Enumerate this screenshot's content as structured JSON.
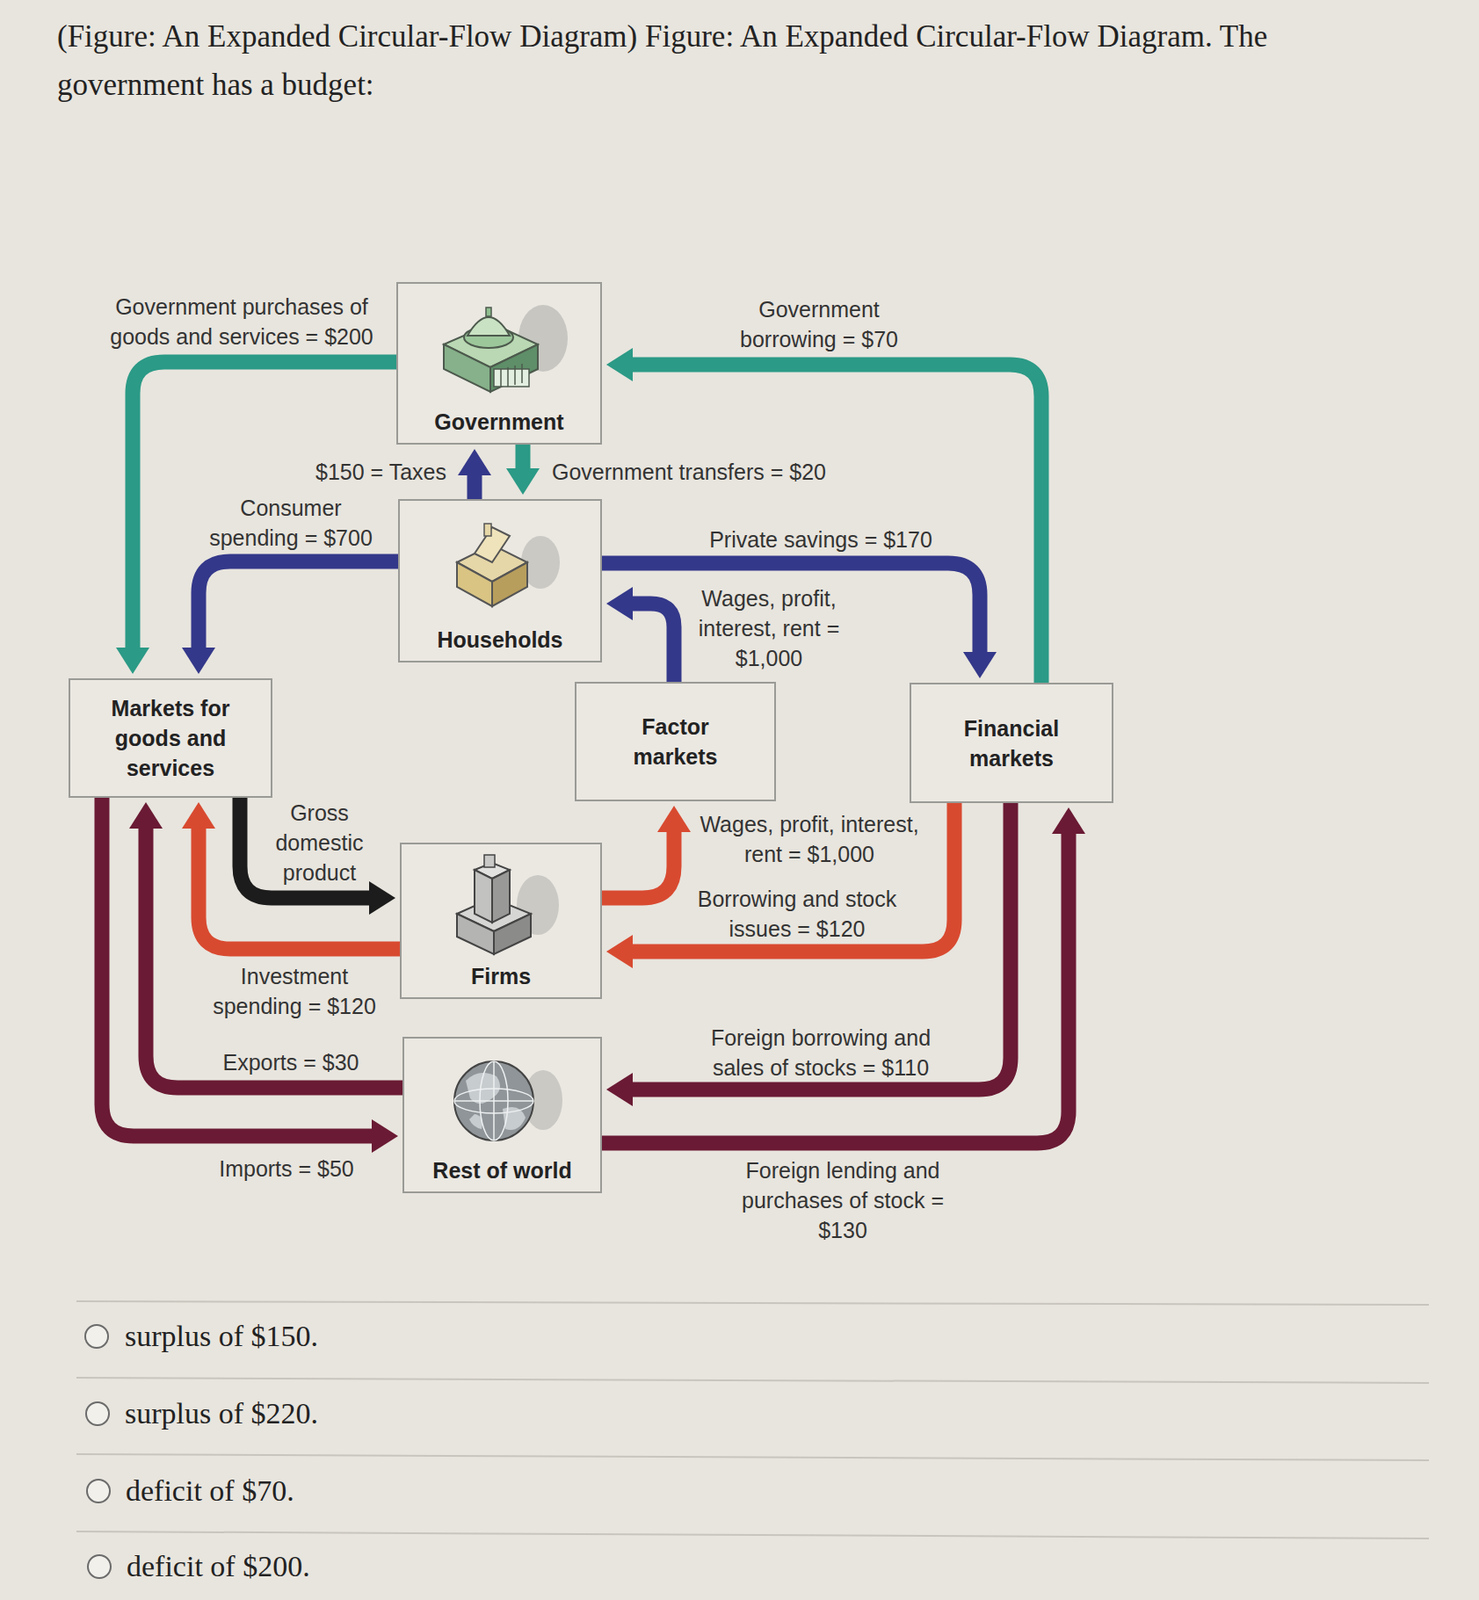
{
  "diagram": {
    "title": "(Figure: An Expanded Circular-Flow Diagram) Figure: An Expanded Circular-Flow Diagram. The government has a budget:",
    "nodes": [
      {
        "text": [
          "Government"
        ]
      },
      {
        "text": [
          "Households"
        ]
      },
      {
        "text": [
          "Markets for goods and services"
        ]
      },
      {
        "text": [
          "Factor markets"
        ]
      },
      {
        "text": [
          "Financial markets"
        ]
      },
      {
        "text": [
          "Firms"
        ]
      },
      {
        "text": [
          "Rest of world"
        ]
      }
    ],
    "edges": [
      {
        "from": 0,
        "to": 2,
        "label": "Government purchases of goods and services = $200",
        "arrow": "to"
      },
      {
        "from": 4,
        "to": 0,
        "label": "Government borrowing = $70",
        "arrow": "to"
      },
      {
        "from": 1,
        "to": 0,
        "label": "$150 = Taxes",
        "arrow": "to"
      },
      {
        "from": 0,
        "to": 1,
        "label": "Government transfers = $20",
        "arrow": "to"
      },
      {
        "from": 1,
        "to": 2,
        "label": "Consumer spending = $700",
        "arrow": "to"
      },
      {
        "from": 1,
        "to": 4,
        "label": "Private savings = $170",
        "arrow": "to"
      },
      {
        "from": 3,
        "to": 1,
        "label": "Wages, profit, interest, rent = $1,000",
        "arrow": "to"
      },
      {
        "from": 2,
        "to": 5,
        "label": "Gross domestic product",
        "arrow": "to"
      },
      {
        "from": 5,
        "to": 2,
        "label": "Investment spending = $120",
        "arrow": "to"
      },
      {
        "from": 5,
        "to": 3,
        "label": "Wages, profit, interest, rent = $1,000",
        "arrow": "to"
      },
      {
        "from": 4,
        "to": 5,
        "label": "Borrowing and stock issues = $120",
        "arrow": "to"
      },
      {
        "from": 6,
        "to": 2,
        "label": "Exports = $30",
        "arrow": "to"
      },
      {
        "from": 2,
        "to": 6,
        "label": "Imports = $50",
        "arrow": "to"
      },
      {
        "from": 4,
        "to": 6,
        "label": "Foreign borrowing and sales of stocks = $110",
        "arrow": "to"
      },
      {
        "from": 6,
        "to": 4,
        "label": "Foreign lending and purchases of stock = $130",
        "arrow": "to"
      }
    ],
    "labels": [
      "surplus of $150.",
      "surplus of $220.",
      "deficit of $70.",
      "deficit of $200."
    ]
  }
}
